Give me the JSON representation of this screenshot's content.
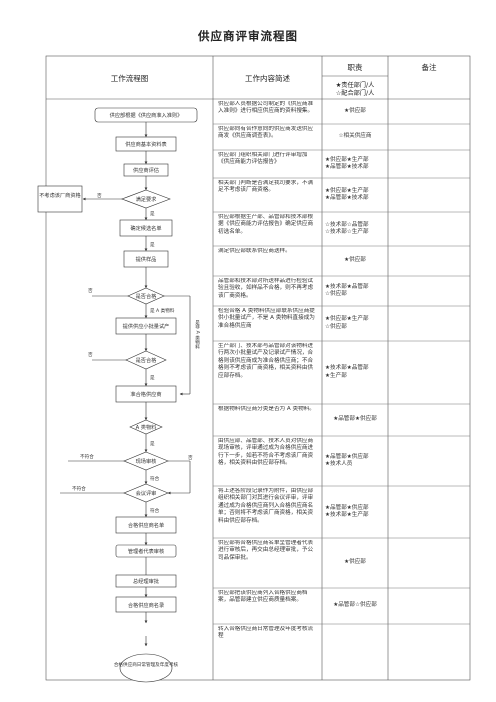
{
  "title": "供应商评审流程图",
  "header": {
    "flow": "工作流程图",
    "content": "工作内容简述",
    "duty": "职责",
    "remark": "备注",
    "legend_primary": "★责任部门/人",
    "legend_secondary": "☆配合部门/人"
  },
  "flow": {
    "supplier_req": "供应部根据《供应商准入准则》",
    "basic_form": "供应商基本资料表",
    "eval": "供应商评估",
    "meet": "满足要求",
    "confirm_list": "确定候选名单",
    "sample": "提供样品",
    "sample_ok": "是否合格",
    "small_batch": "提供供应小批量试产",
    "batch_ok": "是否合格",
    "qualified_list": "准合格供应商",
    "a_class": "A 类物料",
    "site_audit": "现场审核",
    "meeting": "会议评审",
    "qualified_supplier": "合格供应商名单",
    "mgr_approval": "管理者代表审核",
    "gm_approval": "总经理审批",
    "qualified_record": "合格供应商名录",
    "daily_mgmt": "合格供应商日常管理及年度考核",
    "not_candidate": "不考虑该厂商资格",
    "yes": "是",
    "no": "否",
    "a_material": "是 A 类物料",
    "non_a_material": "是非 A 类物料",
    "comply": "符合",
    "not_comply": "不符合"
  },
  "rows": [
    {
      "desc": "供应部人员根据公司制定的《供应商准入准则》进行相应供应商的资料搜集。",
      "duty": "★供应部"
    },
    {
      "desc": "供应部向有合作意向的供应商发送供应商发《供应商调查表》。",
      "duty": "☆相关供应商"
    },
    {
      "desc": "供应部门组织相关部门进行评审增加《供应商能力评估报告》",
      "duty": "★供应部★生产部\n★品管部★技术部"
    },
    {
      "desc": "相关部门判断是否满足我司要求，不满足不考虑该厂商资格。",
      "duty": "★供应部★生产部\n★品管部★技术部"
    },
    {
      "desc": "供应部根据生产部、品管部和技术部根据《供应商能力评估报告》确定供应商初选名单。",
      "duty": "☆技术部☆品管部\n☆技术部☆生产部"
    },
    {
      "desc": "满足供应部联系供应商送样。",
      "duty": "★供应部"
    },
    {
      "desc": "品管部和技术部对所送样品进行检验试验且验收，如样品不合格，则不再考虑该厂商资格。",
      "duty": "★技术部★品管部\n☆供应部"
    },
    {
      "desc": "检验合格 A 类物料供应部联系供应商提供小批量试产，不是 A 类物料直接成为准合格供应商",
      "duty": "★供应部★生产部\n☆供应部"
    },
    {
      "desc": "生产部门、技术部与品管部对该物料进行两次小批量试产及记录试产情况，合格则该供应商成为准合格供应商；不合格则不考虑该厂商资格，相关资料由供应部存档。",
      "duty": "★技术部★品管部\n★生产部"
    },
    {
      "desc": "根据物料供应商分类是否为 A 类物料。",
      "duty": "★品管部★供应部"
    },
    {
      "desc": "由供应部、品管部、技术人员对供应商现场审核，评审通过成为合格供应商进行下一步，如若不符合不考虑该厂商资格，相关资料由供应部存档。",
      "duty": "★品管部★供应部\n★技术人员"
    },
    {
      "desc": "将上述各阶段记录作为附件，由供应部组织相关部门对其进行会议评审，评审通过成为合格供应商列入合格供应商名单；否则将不考虑该厂商资格，相关资料由供应部存档。",
      "duty": "★品管部★供应部\n★技术部★生产部"
    },
    {
      "desc": "供应部将合格供应商名单呈管理者代表进行审核后，再交由总经理审批，予公司品保审批。",
      "duty": "★供应部"
    },
    {
      "desc": "供应部把该供应商列入合格供应商档案，品管部建立供应商质量档案。",
      "duty": "★品管部☆供应部"
    },
    {
      "desc": "转入合格供应商日常管理及年度考核流程",
      "duty": ""
    }
  ]
}
